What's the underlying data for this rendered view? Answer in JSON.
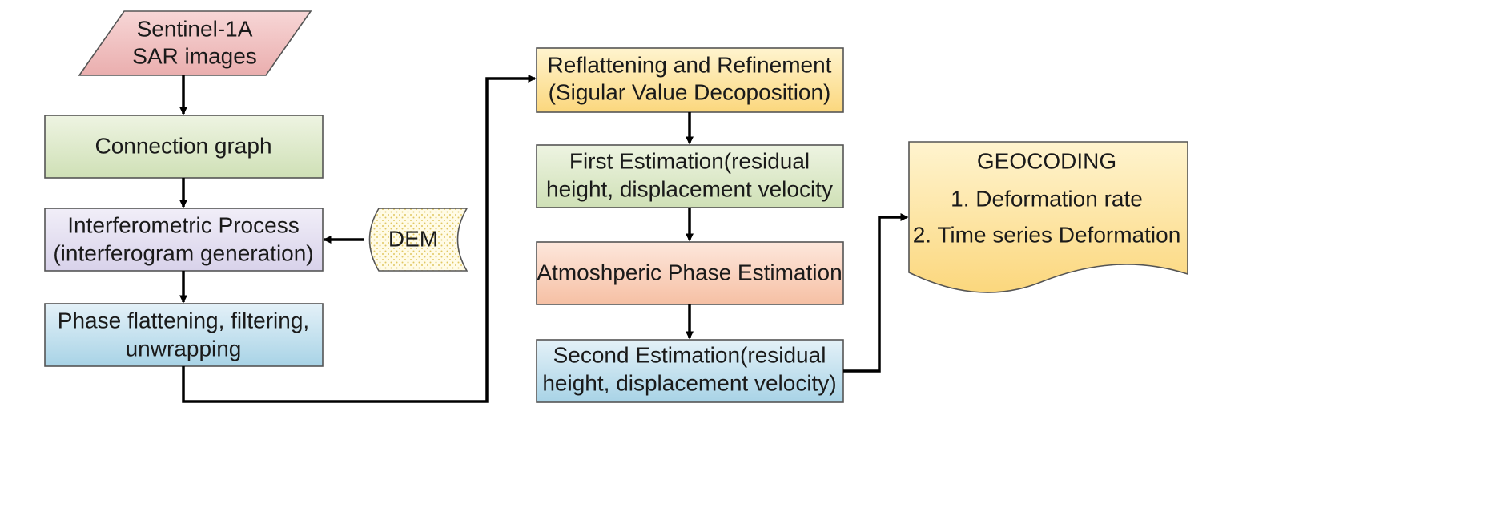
{
  "nodes": {
    "sentinel": {
      "lines": [
        "Sentinel-1A",
        "SAR images"
      ],
      "shape": "parallelogram",
      "color": "pink"
    },
    "connection_graph": {
      "lines": [
        "Connection graph"
      ],
      "shape": "rectangle",
      "color": "green"
    },
    "interferometric": {
      "lines": [
        "Interferometric Process",
        "(interferogram generation)"
      ],
      "shape": "rectangle",
      "color": "lavender"
    },
    "dem": {
      "lines": [
        "DEM"
      ],
      "shape": "stored-data",
      "color": "dotted-yellow"
    },
    "phase_flattening": {
      "lines": [
        "Phase flattening, filtering,",
        "unwrapping"
      ],
      "shape": "rectangle",
      "color": "blue"
    },
    "reflattening": {
      "lines": [
        "Reflattening and Refinement",
        "(Sigular Value Decoposition)"
      ],
      "shape": "rectangle",
      "color": "yellow"
    },
    "first_estimation": {
      "lines": [
        "First Estimation(residual",
        "height, displacement velocity"
      ],
      "shape": "rectangle",
      "color": "green"
    },
    "atmospheric": {
      "lines": [
        "Atmoshperic Phase Estimation"
      ],
      "shape": "rectangle",
      "color": "orange"
    },
    "second_estimation": {
      "lines": [
        "Second Estimation(residual",
        "height, displacement velocity)"
      ],
      "shape": "rectangle",
      "color": "blue"
    },
    "geocoding": {
      "lines": [
        "GEOCODING",
        "1. Deformation rate",
        "2. Time series Deformation"
      ],
      "shape": "document",
      "color": "yellow"
    }
  },
  "edges": [
    {
      "from": "sentinel",
      "to": "connection_graph"
    },
    {
      "from": "connection_graph",
      "to": "interferometric"
    },
    {
      "from": "dem",
      "to": "interferometric"
    },
    {
      "from": "interferometric",
      "to": "phase_flattening"
    },
    {
      "from": "phase_flattening",
      "to": "reflattening"
    },
    {
      "from": "reflattening",
      "to": "first_estimation"
    },
    {
      "from": "first_estimation",
      "to": "atmospheric"
    },
    {
      "from": "atmospheric",
      "to": "second_estimation"
    },
    {
      "from": "second_estimation",
      "to": "geocoding"
    }
  ],
  "colors": {
    "pink": [
      "#f7d6d6",
      "#eaaeae"
    ],
    "green": [
      "#eef4e2",
      "#cfe0b6"
    ],
    "lavender": [
      "#f1eef8",
      "#d8d2ea"
    ],
    "blue": [
      "#e4f1f8",
      "#a8d3e6"
    ],
    "yellow": [
      "#fff4cf",
      "#fbd77d"
    ],
    "orange": [
      "#fde7dc",
      "#f6c0a4"
    ],
    "dotted-yellow": [
      "#fffbe6",
      "#ecd98a"
    ],
    "stroke": "#555555",
    "arrow": "#000000"
  }
}
